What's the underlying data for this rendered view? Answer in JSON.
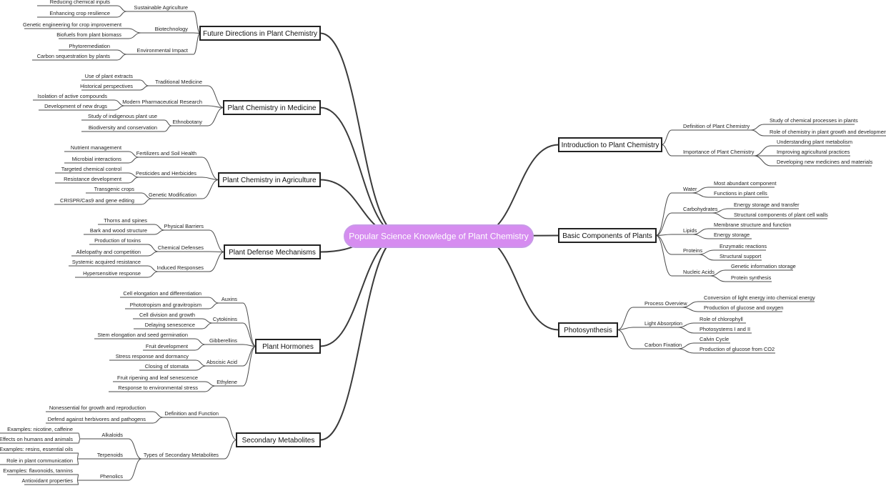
{
  "colors": {
    "root_fill": "#d68cf0",
    "line": "#3a3a3a",
    "text": "#222222"
  },
  "root": "Popular Science Knowledge of Plant Chemistry",
  "branches": [
    {
      "label": "Future Directions in Plant Chemistry",
      "children": [
        {
          "label": "Sustainable Agriculture",
          "children": [
            "Reducing chemical inputs",
            "Enhancing crop resilience"
          ]
        },
        {
          "label": "Biotechnology",
          "children": [
            "Genetic engineering for crop improvement",
            "Biofuels from plant biomass"
          ]
        },
        {
          "label": "Environmental Impact",
          "children": [
            "Phytoremediation",
            "Carbon sequestration by plants"
          ]
        }
      ]
    },
    {
      "label": "Plant Chemistry in Medicine",
      "children": [
        {
          "label": "Traditional Medicine",
          "children": [
            "Use of plant extracts",
            "Historical perspectives"
          ]
        },
        {
          "label": "Modern Pharmaceutical Research",
          "children": [
            "Isolation of active compounds",
            "Development of new drugs"
          ]
        },
        {
          "label": "Ethnobotany",
          "children": [
            "Study of indigenous plant use",
            "Biodiversity and conservation"
          ]
        }
      ]
    },
    {
      "label": "Plant Chemistry in Agriculture",
      "children": [
        {
          "label": "Fertilizers and Soil Health",
          "children": [
            "Nutrient management",
            "Microbial interactions"
          ]
        },
        {
          "label": "Pesticides and Herbicides",
          "children": [
            "Targeted chemical control",
            "Resistance development"
          ]
        },
        {
          "label": "Genetic Modification",
          "children": [
            "Transgenic crops",
            "CRISPR/Cas9 and gene editing"
          ]
        }
      ]
    },
    {
      "label": "Plant Defense Mechanisms",
      "children": [
        {
          "label": "Physical Barriers",
          "children": [
            "Thorns and spines",
            "Bark and wood structure"
          ]
        },
        {
          "label": "Chemical Defenses",
          "children": [
            "Production of toxins",
            "Allelopathy and competition"
          ]
        },
        {
          "label": "Induced Responses",
          "children": [
            "Systemic acquired resistance",
            "Hypersensitive response"
          ]
        }
      ]
    },
    {
      "label": "Plant Hormones",
      "children": [
        {
          "label": "Auxins",
          "children": [
            "Cell elongation and differentiation",
            "Phototropism and gravitropism"
          ]
        },
        {
          "label": "Cytokinins",
          "children": [
            "Cell division and growth",
            "Delaying senescence"
          ]
        },
        {
          "label": "Gibberellins",
          "children": [
            "Stem elongation and seed germination",
            "Fruit development"
          ]
        },
        {
          "label": "Abscisic Acid",
          "children": [
            "Stress response and dormancy",
            "Closing of stomata"
          ]
        },
        {
          "label": "Ethylene",
          "children": [
            "Fruit ripening and leaf senescence",
            "Response to environmental stress"
          ]
        }
      ]
    },
    {
      "label": "Secondary Metabolites",
      "children": [
        {
          "label": "Definition and Function",
          "children": [
            "Nonessential for growth and reproduction",
            "Defend against herbivores and pathogens"
          ]
        },
        {
          "label": "Types of Secondary Metabolites",
          "children": [
            {
              "label": "Alkaloids",
              "children": [
                "Examples: nicotine, caffeine",
                "Effects on humans and animals"
              ]
            },
            {
              "label": "Terpenoids",
              "children": [
                "Examples: resins, essential oils",
                "Role in plant communication"
              ]
            },
            {
              "label": "Phenolics",
              "children": [
                "Examples: flavonoids, tannins",
                "Antioxidant properties"
              ]
            }
          ]
        }
      ]
    },
    {
      "label": "Introduction to Plant Chemistry",
      "children": [
        {
          "label": "Definition of Plant Chemistry",
          "children": [
            "Study of chemical processes in plants",
            "Role of chemistry in plant growth and development"
          ]
        },
        {
          "label": "Importance of Plant Chemistry",
          "children": [
            "Understanding plant metabolism",
            "Improving agricultural practices",
            "Developing new medicines and materials"
          ]
        }
      ]
    },
    {
      "label": "Basic Components of Plants",
      "children": [
        {
          "label": "Water",
          "children": [
            "Most abundant component",
            "Functions in plant cells"
          ]
        },
        {
          "label": "Carbohydrates",
          "children": [
            "Energy storage and transfer",
            "Structural components of plant cell walls"
          ]
        },
        {
          "label": "Lipids",
          "children": [
            "Membrane structure and function",
            "Energy storage"
          ]
        },
        {
          "label": "Proteins",
          "children": [
            "Enzymatic reactions",
            "Structural support"
          ]
        },
        {
          "label": "Nucleic Acids",
          "children": [
            "Genetic information storage",
            "Protein synthesis"
          ]
        }
      ]
    },
    {
      "label": "Photosynthesis",
      "children": [
        {
          "label": "Process Overview",
          "children": [
            "Conversion of light energy into chemical energy",
            "Production of glucose and oxygen"
          ]
        },
        {
          "label": "Light Absorption",
          "children": [
            "Role of chlorophyll",
            "Photosystems I and II"
          ]
        },
        {
          "label": "Carbon Fixation",
          "children": [
            "Calvin Cycle",
            "Production of glucose from CO2"
          ]
        }
      ]
    }
  ]
}
